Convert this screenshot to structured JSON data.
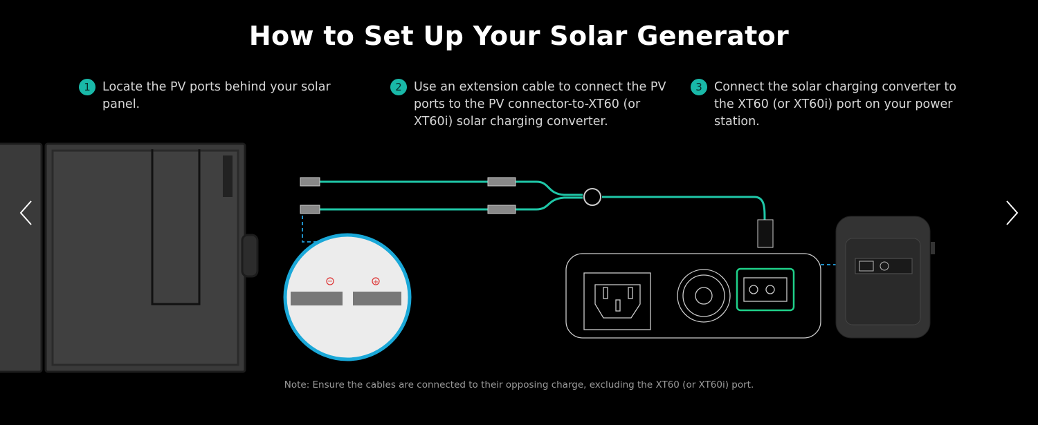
{
  "title": "How to Set Up Your Solar Generator",
  "steps": [
    {
      "number": "1",
      "text": "Locate the PV ports behind your solar panel."
    },
    {
      "number": "2",
      "text": "Use an extension cable to connect the PV ports to the PV connector-to-XT60 (or XT60i) solar charging converter."
    },
    {
      "number": "3",
      "text": "Connect the solar charging converter to the XT60 (or XT60i) port on your power station."
    }
  ],
  "note": "Note: Ensure the cables are connected to their opposing charge, excluding the XT60 (or XT60i) port.",
  "polarity": {
    "negative": "−",
    "positive": "+"
  },
  "colors": {
    "accent": "#19b8a8",
    "cable": "#1fc7a8",
    "highlight": "#1fd18a",
    "dash": "#1e90c8"
  },
  "nav": {
    "prev_icon": "chevron-left-icon",
    "next_icon": "chevron-right-icon"
  }
}
